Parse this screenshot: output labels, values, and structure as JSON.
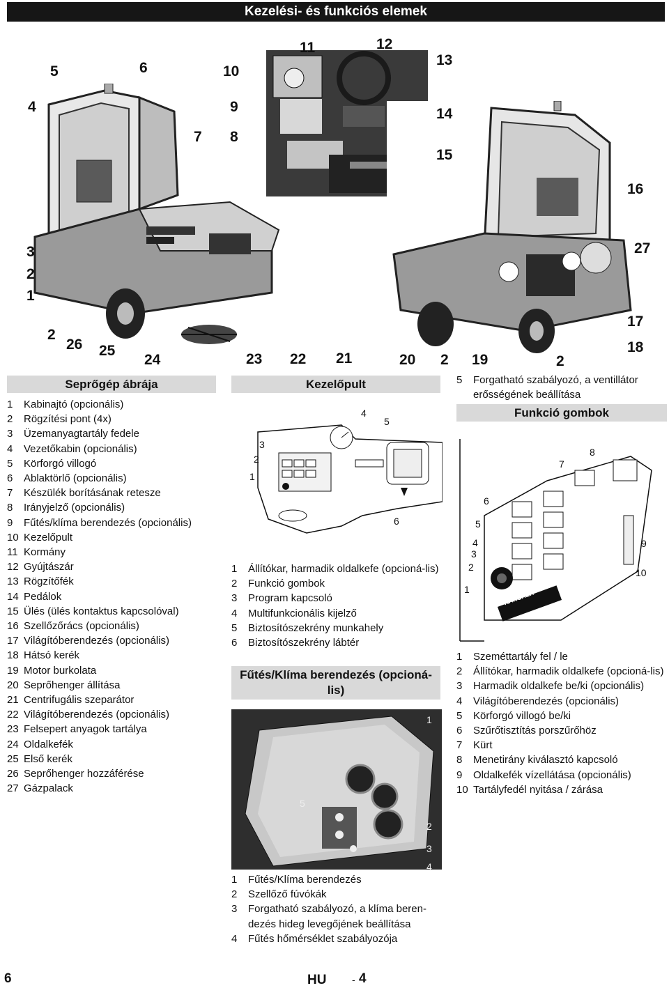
{
  "header": {
    "title": "Kezelési- és funkciós elemek"
  },
  "callouts": {
    "main": [
      {
        "id": "c5",
        "text": "5"
      },
      {
        "id": "c6",
        "text": "6"
      },
      {
        "id": "c4",
        "text": "4"
      },
      {
        "id": "c7",
        "text": "7"
      },
      {
        "id": "c3",
        "text": "3"
      },
      {
        "id": "c2a",
        "text": "2"
      },
      {
        "id": "c1",
        "text": "1"
      },
      {
        "id": "c2b",
        "text": "2"
      },
      {
        "id": "c26",
        "text": "26"
      },
      {
        "id": "c25",
        "text": "25"
      },
      {
        "id": "c24",
        "text": "24"
      },
      {
        "id": "c23",
        "text": "23"
      },
      {
        "id": "c22",
        "text": "22"
      },
      {
        "id": "c21",
        "text": "21"
      },
      {
        "id": "c20",
        "text": "20"
      },
      {
        "id": "c2c",
        "text": "2"
      },
      {
        "id": "c19",
        "text": "19"
      },
      {
        "id": "c2d",
        "text": "2"
      },
      {
        "id": "c18",
        "text": "18"
      },
      {
        "id": "c17",
        "text": "17"
      },
      {
        "id": "c27",
        "text": "27"
      },
      {
        "id": "c16",
        "text": "16"
      },
      {
        "id": "c10",
        "text": "10"
      },
      {
        "id": "c9",
        "text": "9"
      },
      {
        "id": "c8",
        "text": "8"
      },
      {
        "id": "c11",
        "text": "11"
      },
      {
        "id": "c12",
        "text": "12"
      },
      {
        "id": "c13",
        "text": "13"
      },
      {
        "id": "c14",
        "text": "14"
      },
      {
        "id": "c15",
        "text": "15"
      }
    ]
  },
  "sweeper": {
    "heading": "Seprőgép ábrája",
    "items": [
      {
        "n": "1",
        "t": "Kabinajtó (opcionális)"
      },
      {
        "n": "2",
        "t": "Rögzítési pont (4x)"
      },
      {
        "n": "3",
        "t": "Üzemanyagtartály fedele"
      },
      {
        "n": "4",
        "t": "Vezetőkabin (opcionális)"
      },
      {
        "n": "5",
        "t": "Körforgó villogó"
      },
      {
        "n": "6",
        "t": "Ablaktörlő (opcionális)"
      },
      {
        "n": "7",
        "t": "Készülék borításának retesze"
      },
      {
        "n": "8",
        "t": "Irányjelző (opcionális)"
      },
      {
        "n": "9",
        "t": "Fűtés/klíma berendezés (opcionális)"
      },
      {
        "n": "10",
        "t": "Kezelőpult"
      },
      {
        "n": "11",
        "t": "Kormány"
      },
      {
        "n": "12",
        "t": "Gyújtászár"
      },
      {
        "n": "13",
        "t": "Rögzítőfék"
      },
      {
        "n": "14",
        "t": "Pedálok"
      },
      {
        "n": "15",
        "t": "Ülés (ülés kontaktus kapcsolóval)"
      },
      {
        "n": "16",
        "t": "Szellőzőrács (opcionális)"
      },
      {
        "n": "17",
        "t": "Világítóberendezés (opcionális)"
      },
      {
        "n": "18",
        "t": "Hátsó kerék"
      },
      {
        "n": "19",
        "t": "Motor burkolata"
      },
      {
        "n": "20",
        "t": "Seprőhenger állítása"
      },
      {
        "n": "21",
        "t": "Centrifugális szeparátor"
      },
      {
        "n": "22",
        "t": "Világítóberendezés (opcionális)"
      },
      {
        "n": "23",
        "t": "Felsepert anyagok tartálya"
      },
      {
        "n": "24",
        "t": "Oldalkefék"
      },
      {
        "n": "25",
        "t": "Első kerék"
      },
      {
        "n": "26",
        "t": "Seprőhenger hozzáférése"
      },
      {
        "n": "27",
        "t": "Gázpalack"
      }
    ]
  },
  "panel": {
    "heading": "Kezelőpult",
    "labels": [
      "1",
      "2",
      "3",
      "4",
      "5",
      "6"
    ],
    "items": [
      {
        "n": "1",
        "t": "Állítókar, harmadik oldalkefe (opcioná-lis)"
      },
      {
        "n": "2",
        "t": "Funkció gombok"
      },
      {
        "n": "3",
        "t": "Program kapcsoló"
      },
      {
        "n": "4",
        "t": "Multifunkcionális kijelző"
      },
      {
        "n": "5",
        "t": "Biztosítószekrény munkahely"
      },
      {
        "n": "6",
        "t": "Biztosítószekrény lábtér"
      }
    ]
  },
  "heating": {
    "heading": "Fűtés/Klíma berendezés (opcioná-lis)",
    "labels": [
      "1",
      "5",
      "2",
      "3",
      "4"
    ],
    "items": [
      {
        "n": "1",
        "t": "Fűtés/Klíma berendezés"
      },
      {
        "n": "2",
        "t": "Szellőző fúvókák"
      },
      {
        "n": "3",
        "t": "Forgatható szabályozó, a klíma beren-dezés hideg levegőjének beállítása"
      },
      {
        "n": "4",
        "t": "Fűtés hőmérséklet szabályozója"
      }
    ]
  },
  "right_top": {
    "item5": {
      "n": "5",
      "t": "Forgatható szabályozó, a ventillátor erősségének beállítása"
    }
  },
  "function_buttons": {
    "heading": "Funkció gombok",
    "labels": [
      "8",
      "7",
      "6",
      "5",
      "4",
      "3",
      "2",
      "1",
      "9",
      "10"
    ],
    "brand": "KÄRCHER",
    "items": [
      {
        "n": "1",
        "t": "Szeméttartály fel / le"
      },
      {
        "n": "2",
        "t": "Állítókar, harmadik oldalkefe (opcioná-lis)"
      },
      {
        "n": "3",
        "t": "Harmadik oldalkefe be/ki (opcionális)"
      },
      {
        "n": "4",
        "t": "Világítóberendezés (opcionális)"
      },
      {
        "n": "5",
        "t": "Körforgó villogó be/ki"
      },
      {
        "n": "6",
        "t": "Szűrőtisztítás porszűrőhöz"
      },
      {
        "n": "7",
        "t": "Kürt"
      },
      {
        "n": "8",
        "t": "Menetirány kiválasztó kapcsoló"
      },
      {
        "n": "9",
        "t": "Oldalkefék vízellátása (opcionális)"
      },
      {
        "n": "10",
        "t": "Tartályfedél nyitása / zárása"
      }
    ]
  },
  "footer": {
    "page": "6",
    "lang": "HU",
    "dash": "-",
    "num": "4"
  }
}
